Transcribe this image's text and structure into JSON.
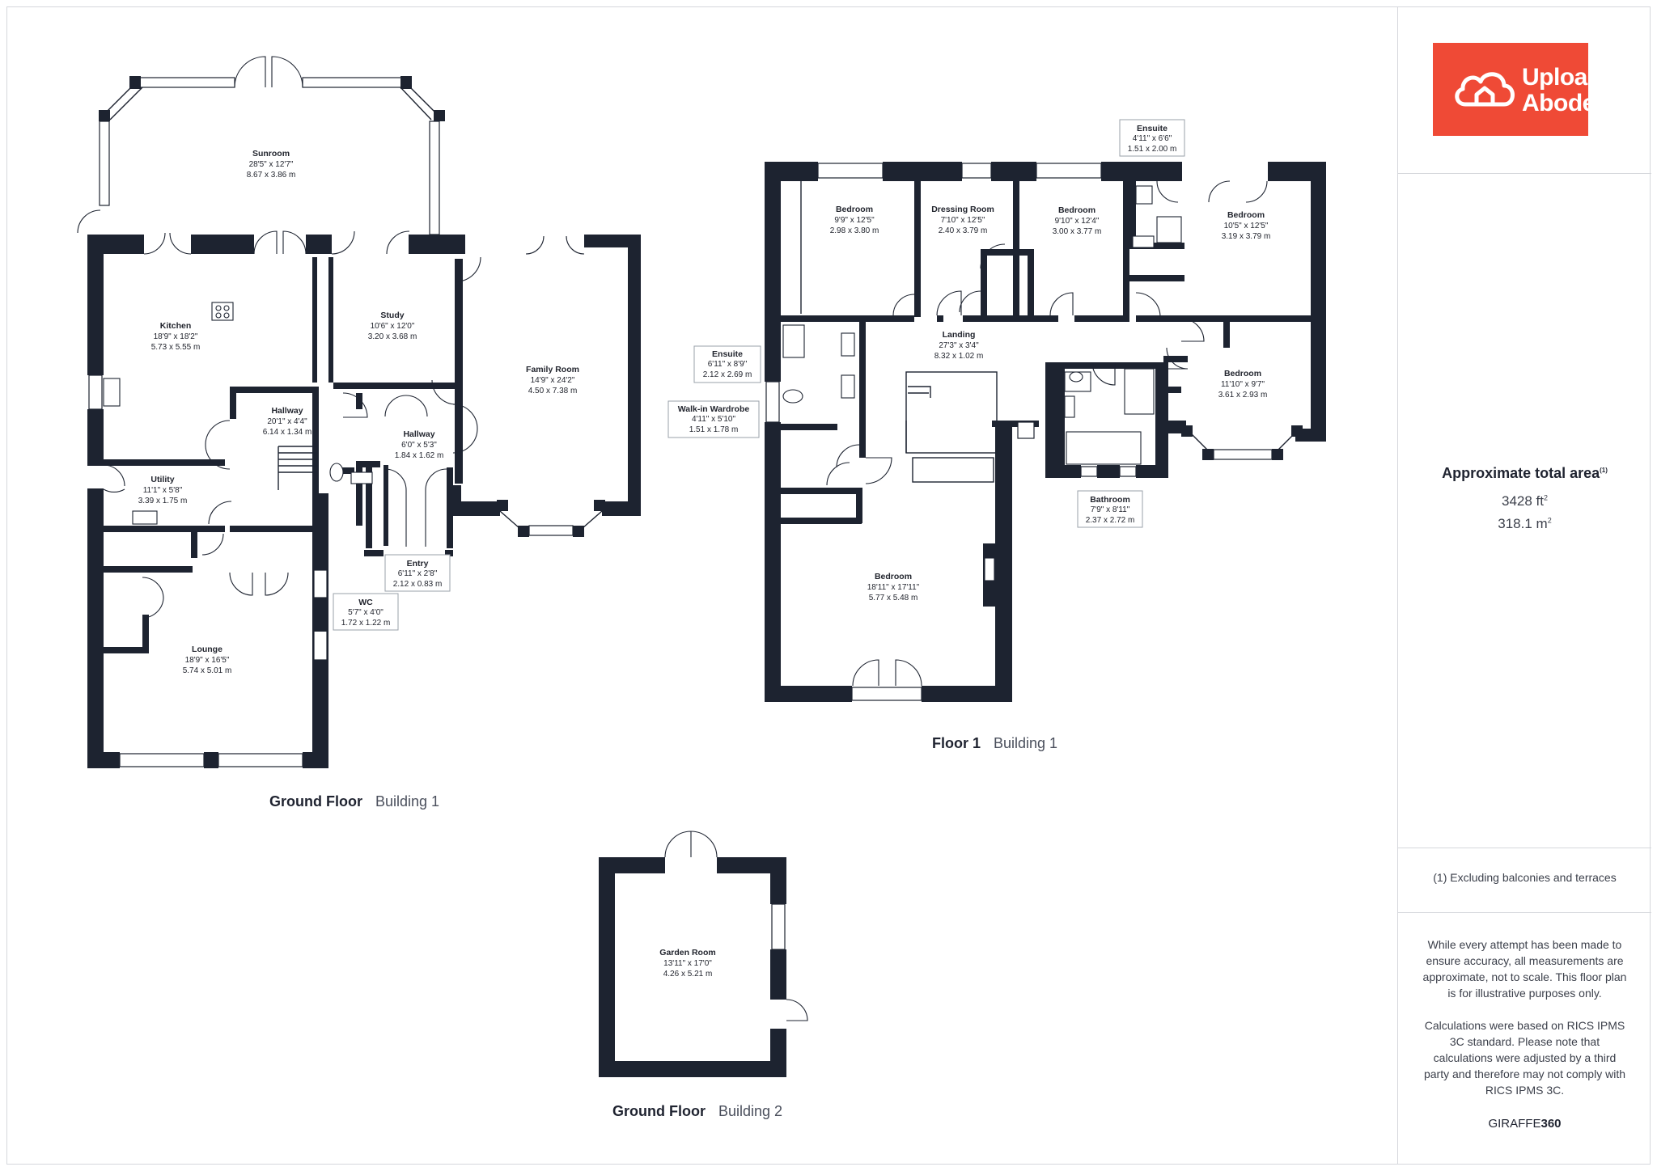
{
  "area": {
    "heading": "Approximate total area",
    "footnote_marker": "(1)",
    "sqft_value": "3428 ft",
    "sqft_sup": "2",
    "sqm_value": "318.1 m",
    "sqm_sup": "2"
  },
  "logo": {
    "line1": "Upload",
    "line2": "Abode",
    "icon": "cloud-house-icon",
    "color": "#ef4a36"
  },
  "footnote": "(1) Excluding balconies and terraces",
  "disclaimer": "While every attempt has been made to ensure accuracy, all measurements are approximate, not to scale. This floor plan is for illustrative purposes only.",
  "calc_note": "Calculations were based on RICS IPMS 3C standard. Please note that calculations were adjusted by a third party and therefore may not comply with RICS IPMS 3C.",
  "brand": {
    "prefix": "GIRAFFE",
    "suffix": "360"
  },
  "floors": [
    {
      "title": "Ground Floor",
      "building": "Building 1"
    },
    {
      "title": "Floor 1",
      "building": "Building 1"
    },
    {
      "title": "Ground Floor",
      "building": "Building 2"
    }
  ],
  "rooms": {
    "sunroom": {
      "name": "Sunroom",
      "imperial": "28'5\" x 12'7\"",
      "metric": "8.67 x 3.86 m"
    },
    "kitchen": {
      "name": "Kitchen",
      "imperial": "18'9\" x 18'2\"",
      "metric": "5.73 x 5.55 m"
    },
    "study": {
      "name": "Study",
      "imperial": "10'6\" x 12'0\"",
      "metric": "3.20 x 3.68 m"
    },
    "family": {
      "name": "Family Room",
      "imperial": "14'9\" x 24'2\"",
      "metric": "4.50 x 7.38 m"
    },
    "hallway1": {
      "name": "Hallway",
      "imperial": "20'1\" x 4'4\"",
      "metric": "6.14 x 1.34 m"
    },
    "hallway2": {
      "name": "Hallway",
      "imperial": "6'0\" x 5'3\"",
      "metric": "1.84 x 1.62 m"
    },
    "utility": {
      "name": "Utility",
      "imperial": "11'1\" x 5'8\"",
      "metric": "3.39 x 1.75 m"
    },
    "entry": {
      "name": "Entry",
      "imperial": "6'11\" x 2'8\"",
      "metric": "2.12 x 0.83 m"
    },
    "wc": {
      "name": "WC",
      "imperial": "5'7\" x 4'0\"",
      "metric": "1.72 x 1.22 m"
    },
    "lounge": {
      "name": "Lounge",
      "imperial": "18'9\" x 16'5\"",
      "metric": "5.74 x 5.01 m"
    },
    "bed1": {
      "name": "Bedroom",
      "imperial": "9'9\" x 12'5\"",
      "metric": "2.98 x 3.80 m"
    },
    "dressing": {
      "name": "Dressing Room",
      "imperial": "7'10\" x 12'5\"",
      "metric": "2.40 x 3.79 m"
    },
    "bed2": {
      "name": "Bedroom",
      "imperial": "9'10\" x 12'4\"",
      "metric": "3.00 x 3.77 m"
    },
    "ensuite_top": {
      "name": "Ensuite",
      "imperial": "4'11\" x 6'6\"",
      "metric": "1.51 x 2.00 m"
    },
    "bed3": {
      "name": "Bedroom",
      "imperial": "10'5\" x 12'5\"",
      "metric": "3.19 x 3.79 m"
    },
    "ensuite_left": {
      "name": "Ensuite",
      "imperial": "6'11\" x 8'9\"",
      "metric": "2.12 x 2.69 m"
    },
    "landing": {
      "name": "Landing",
      "imperial": "27'3\" x 3'4\"",
      "metric": "8.32 x 1.02 m"
    },
    "bed4": {
      "name": "Bedroom",
      "imperial": "11'10\" x 9'7\"",
      "metric": "3.61 x 2.93 m"
    },
    "walkin": {
      "name": "Walk-in Wardrobe",
      "imperial": "4'11\" x 5'10\"",
      "metric": "1.51 x 1.78 m"
    },
    "bathroom": {
      "name": "Bathroom",
      "imperial": "7'9\" x 8'11\"",
      "metric": "2.37 x 2.72 m"
    },
    "bed5": {
      "name": "Bedroom",
      "imperial": "18'11\" x 17'11\"",
      "metric": "5.77 x 5.48 m"
    },
    "garden": {
      "name": "Garden Room",
      "imperial": "13'11\" x 17'0\"",
      "metric": "4.26 x 5.21 m"
    }
  }
}
